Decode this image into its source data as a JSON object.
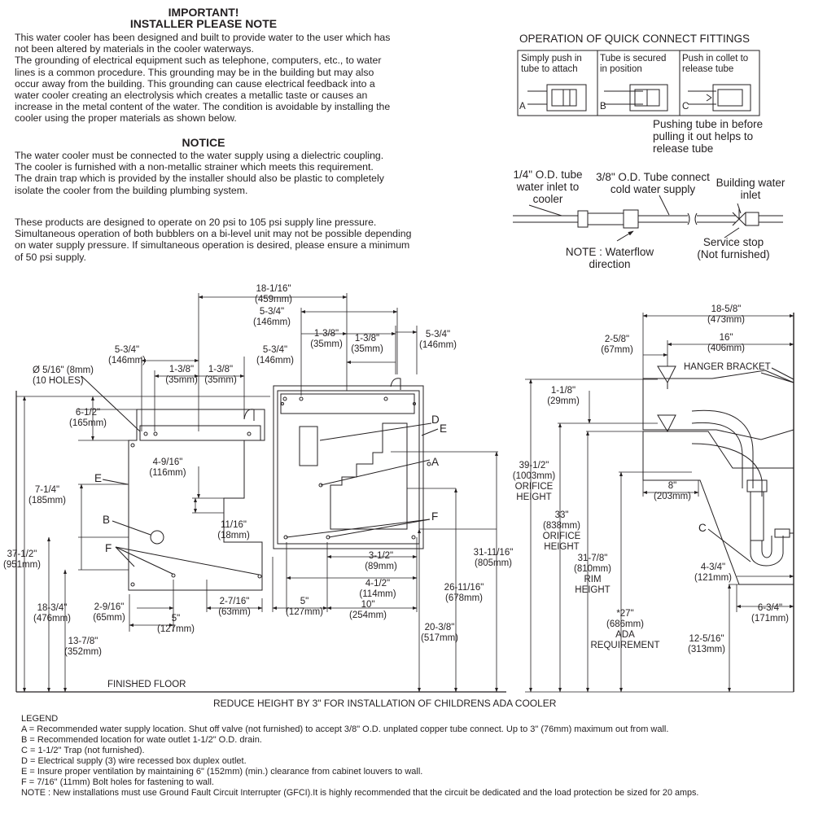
{
  "intro": {
    "important": "IMPORTANT!",
    "installer_note": "INSTALLER PLEASE NOTE",
    "paragraph1": "This water cooler has been designed and built to provide water to the user which has\nnot been altered by materials in the cooler waterways.\nThe grounding of electrical equipment such as telephone, computers, etc., to water\nlines is a common procedure. This grounding may be in the building but may also\noccur away from the building. This grounding can cause electrical feedback into a\nwater cooler creating an electrolysis which creates a metallic taste or causes an\nincrease in the metal content of the water. The condition is avoidable by installing the\ncooler using the proper materials as shown below.",
    "notice": "NOTICE",
    "paragraph2": "The water cooler must be connected to the water supply using a dielectric coupling.\nThe cooler is furnished with a non-metallic strainer which meets this requirement.\nThe drain trap which is provided by the installer should also be plastic to completely\nisolate the cooler from the building plumbing system.",
    "paragraph3": "These products are designed to operate on 20 psi to 105 psi supply line pressure.\nSimultaneous operation of both bubblers on a bi-level unit may not be possible depending\non water supply pressure. If simultaneous operation is desired, please ensure a minimum\nof 50 psi supply."
  },
  "quick_connect": {
    "title": "OPERATION OF QUICK CONNECT FITTINGS",
    "panels": [
      {
        "text": "Simply push in\ntube to attach",
        "letter": "A"
      },
      {
        "text": "Tube is secured\nin position",
        "letter": "B"
      },
      {
        "text": "Push in collet to\nrelease tube",
        "letter": "C"
      }
    ],
    "pushing_note": "Pushing tube in before\npulling it out helps to\nrelease tube",
    "tube_14": "1/4\" O.D. tube\nwater inlet to\ncooler",
    "tube_38": "3/8\" O.D. Tube connect\ncold water supply",
    "building_inlet": "Building water\ninlet",
    "waterflow_note": "NOTE : Waterflow\ndirection",
    "service_stop": "Service stop\n(Not furnished)"
  },
  "front_view": {
    "dims": {
      "d18_1_16": "18-1/16\"\n(459mm)",
      "d5_3_4_a": "5-3/4\"\n(146mm)",
      "d1_3_8_a": "1-3/8\"\n(35mm)",
      "d1_3_8_b": "1-3/8\"\n(35mm)",
      "d5_3_4_b": "5-3/4\"\n(146mm)",
      "d5_3_4_c": "5-3/4\"\n(146mm)",
      "d5_3_4_d": "5-3/4\"\n(146mm)",
      "d1_3_8_c": "1-3/8\"\n(35mm)",
      "d1_3_8_d": "1-3/8\"\n(35mm)",
      "hole": "Ø 5/16\" (8mm)\n(10 HOLES)",
      "d6_1_2": "6-1/2\"\n(165mm)",
      "d4_9_16": "4-9/16\"\n(116mm)",
      "d7_1_4": "7-1/4\"\n(185mm)",
      "d11_16": "11/16\"\n(18mm)",
      "d37_1_2": "37-1/2\"\n(951mm)",
      "d18_3_4": "18-3/4\"\n(476mm)",
      "d13_7_8": "13-7/8\"\n(352mm)",
      "d2_9_16": "2-9/16\"\n(65mm)",
      "d5_a": "5\"\n(127mm)",
      "d2_7_16": "2-7/16\"\n(63mm)",
      "d5_b": "5\"\n(127mm)",
      "d3_1_2": "3-1/2\"\n(89mm)",
      "d4_1_2": "4-1/2\"\n(114mm)",
      "d10": "10\"\n(254mm)",
      "d20_3_8": "20-3/8\"\n(517mm)",
      "d26_11_16": "26-11/16\"\n(678mm)",
      "d31_11_16": "31-11/16\"\n(805mm)"
    },
    "letters": {
      "b": "B",
      "e1": "E",
      "f1": "F",
      "d": "D",
      "e2": "E",
      "a": "A",
      "f2": "F"
    },
    "finished_floor": "FINISHED FLOOR"
  },
  "side_view": {
    "dims": {
      "d18_5_8": "18-5/8\"\n(473mm)",
      "d16": "16\"\n(406mm)",
      "d2_5_8": "2-5/8\"\n(67mm)",
      "hanger": "HANGER BRACKET",
      "d1_1_8": "1-1/8\"\n(29mm)",
      "d39_1_2": "39-1/2\"\n(1003mm)\nORIFICE\nHEIGHT",
      "d33": "33\"\n(838mm)\nORIFICE\nHEIGHT",
      "d31_7_8": "31-7/8\"\n(810mm)\nRIM\nHEIGHT",
      "d27": "*27\"\n(686mm)\nADA\nREQUIREMENT",
      "d8": "8\"\n(203mm)",
      "c": "C",
      "d4_3_4": "4-3/4\"\n(121mm)",
      "d6_3_4": "6-3/4\"\n(171mm)",
      "d12_5_16": "12-5/16\"\n(313mm)"
    }
  },
  "reduce_note": "REDUCE HEIGHT BY 3\" FOR INSTALLATION OF CHILDRENS ADA COOLER",
  "legend": {
    "title": "LEGEND",
    "items": [
      "A = Recommended water supply location. Shut off valve (not furnished) to accept 3/8\" O.D. unplated copper tube connect. Up to 3\" (76mm) maximum out from wall.",
      "B = Recommended location for wate outlet 1-1/2\" O.D. drain.",
      "C = 1-1/2\" Trap (not furnished).",
      "D = Electrical supply (3) wire recessed box duplex outlet.",
      "E = Insure proper ventilation by maintaining 6\" (152mm) (min.) clearance from cabinet louvers to wall.",
      "F = 7/16\" (11mm) Bolt holes for fastening to wall.",
      "NOTE : New installations must use Ground Fault Circuit Interrupter (GFCI).It is highly recommended that the circuit be dedicated and the load protection be sized for 20 amps."
    ]
  }
}
